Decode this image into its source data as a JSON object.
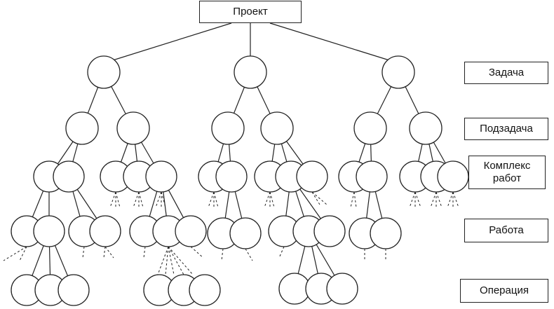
{
  "root": {
    "label": "Проект"
  },
  "levels": [
    {
      "key": "task",
      "label": "Задача"
    },
    {
      "key": "subtask",
      "label": "Подзадача"
    },
    {
      "key": "work_complex",
      "label": "Комплекс\nработ"
    },
    {
      "key": "work",
      "label": "Работа"
    },
    {
      "key": "operation",
      "label": "Операция"
    }
  ],
  "colors": {
    "stroke": "#222222",
    "node_fill": "#ffffff",
    "background": "#ffffff"
  }
}
